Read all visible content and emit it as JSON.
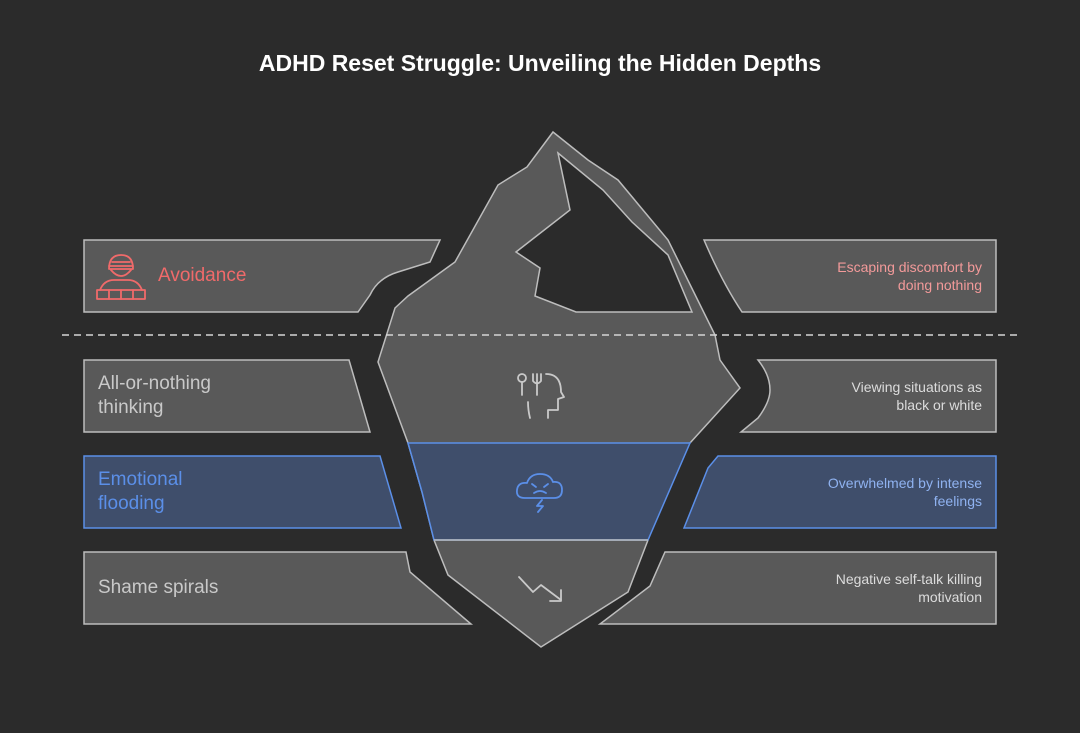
{
  "title": "ADHD Reset Struggle: Unveiling the Hidden Depths",
  "colors": {
    "background": "#2b2b2b",
    "panel": "#595959",
    "outline": "#bdbdbd",
    "avoidance": "#f06a6a",
    "emotional": "#5b8fe8",
    "emotional_panel": "#3f4e6b"
  },
  "layers": [
    {
      "label_line1": "Avoidance",
      "label_line2": "",
      "desc_line1": "Escaping discomfort by",
      "desc_line2": "doing nothing",
      "icon": "avoidance-person-wall-icon",
      "color": "#f06a6a"
    },
    {
      "label_line1": "All-or-nothing",
      "label_line2": "thinking",
      "desc_line1": "Viewing situations as",
      "desc_line2": "black or white",
      "icon": "head-choice-icon",
      "color": "#c9c9c9"
    },
    {
      "label_line1": "Emotional",
      "label_line2": "flooding",
      "desc_line1": "Overwhelmed by intense",
      "desc_line2": "feelings",
      "icon": "storm-cloud-icon",
      "color": "#5b8fe8"
    },
    {
      "label_line1": "Shame spirals",
      "label_line2": "",
      "desc_line1": "Negative self-talk killing",
      "desc_line2": "motivation",
      "icon": "downward-trend-icon",
      "color": "#c9c9c9"
    }
  ]
}
